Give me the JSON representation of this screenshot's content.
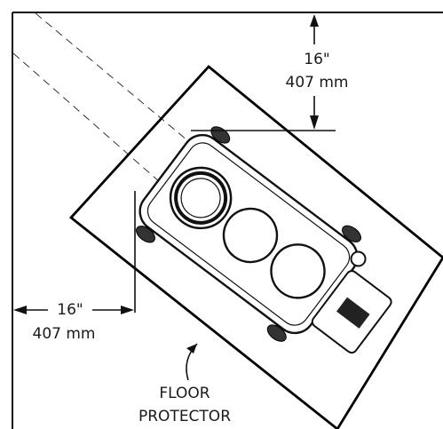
{
  "dimensions": {
    "top": {
      "inches": "16\"",
      "mm": "407 mm"
    },
    "left": {
      "inches": "16\"",
      "mm": "407 mm"
    }
  },
  "callout": {
    "line1": "FLOOR",
    "line2": "PROTECTOR"
  }
}
